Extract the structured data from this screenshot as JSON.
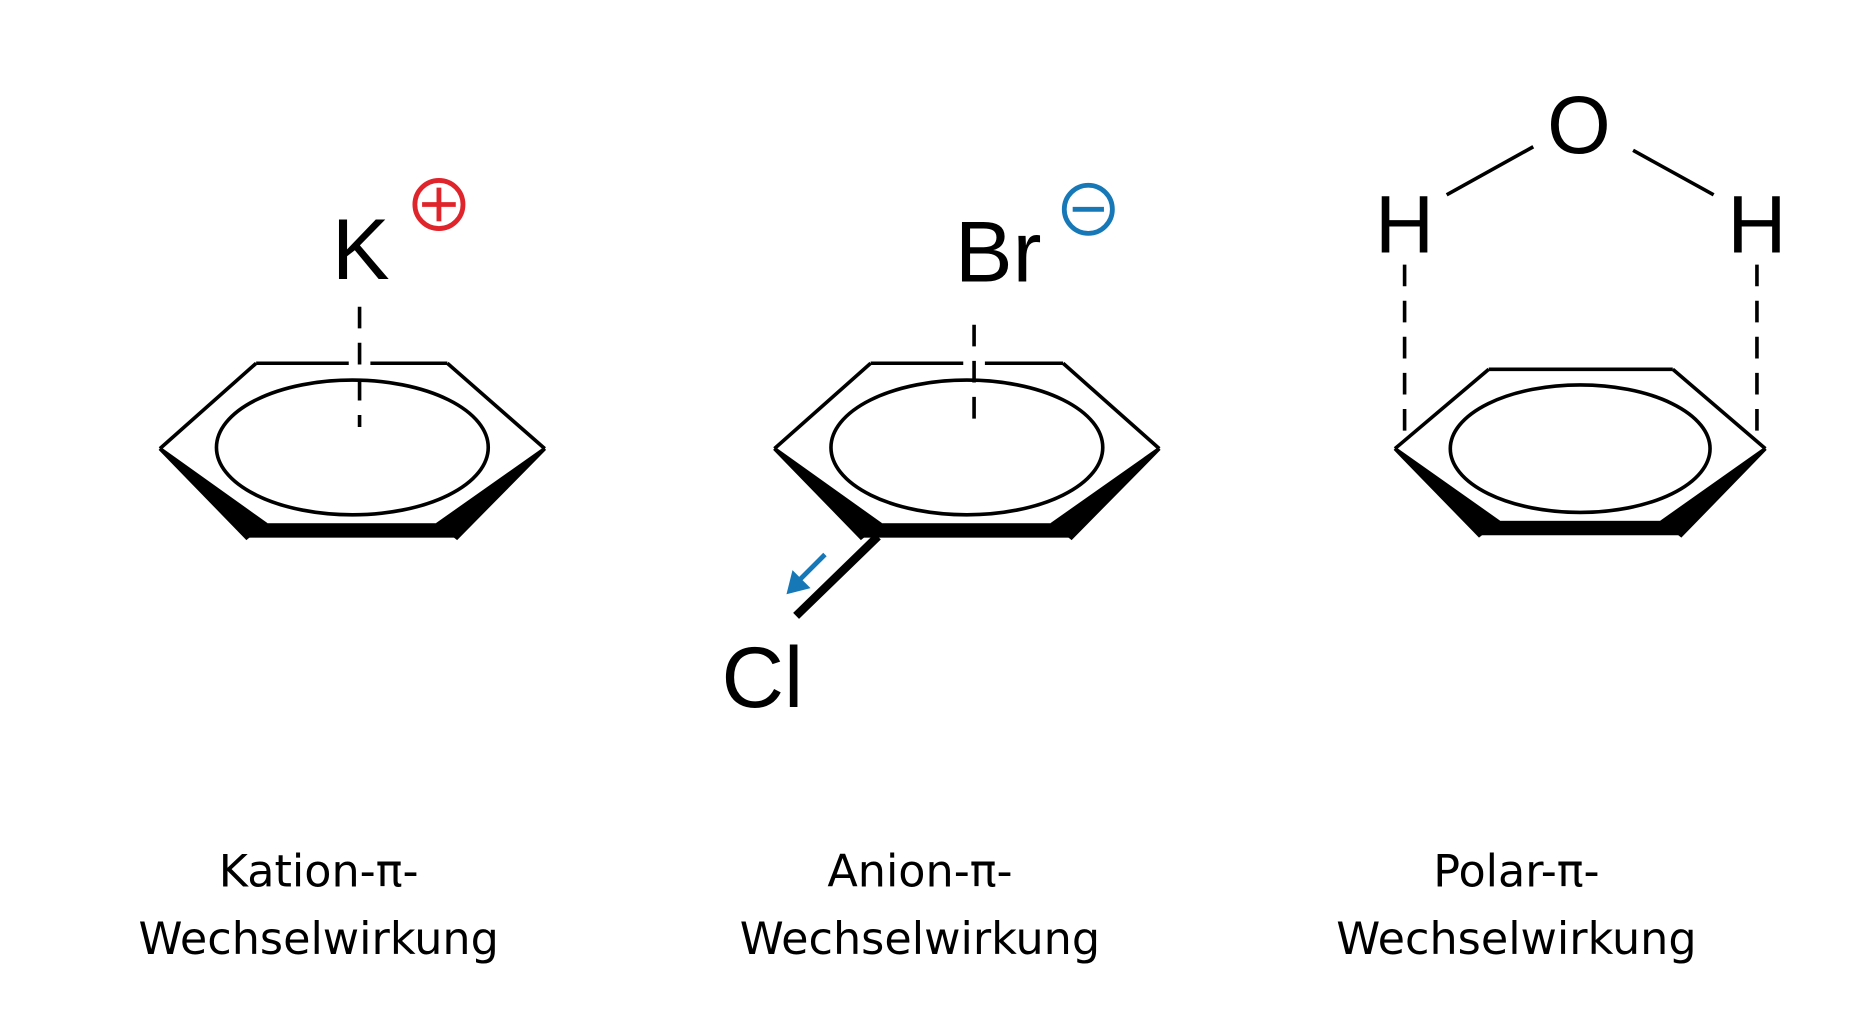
{
  "colors": {
    "cation": "#e0242b",
    "anion": "#1778b8",
    "ink": "#000000"
  },
  "panels": [
    {
      "atom": "K",
      "charge_sign": "+",
      "label_line1": "Kation-π-",
      "label_line2": "Wechselwirkung"
    },
    {
      "atom": "Br",
      "charge_sign": "−",
      "substituent": "Cl",
      "label_line1": "Anion-π-",
      "label_line2": "Wechselwirkung"
    },
    {
      "atoms": [
        "H",
        "O",
        "H"
      ],
      "label_line1": "Polar-π-",
      "label_line2": "Wechselwirkung"
    }
  ]
}
